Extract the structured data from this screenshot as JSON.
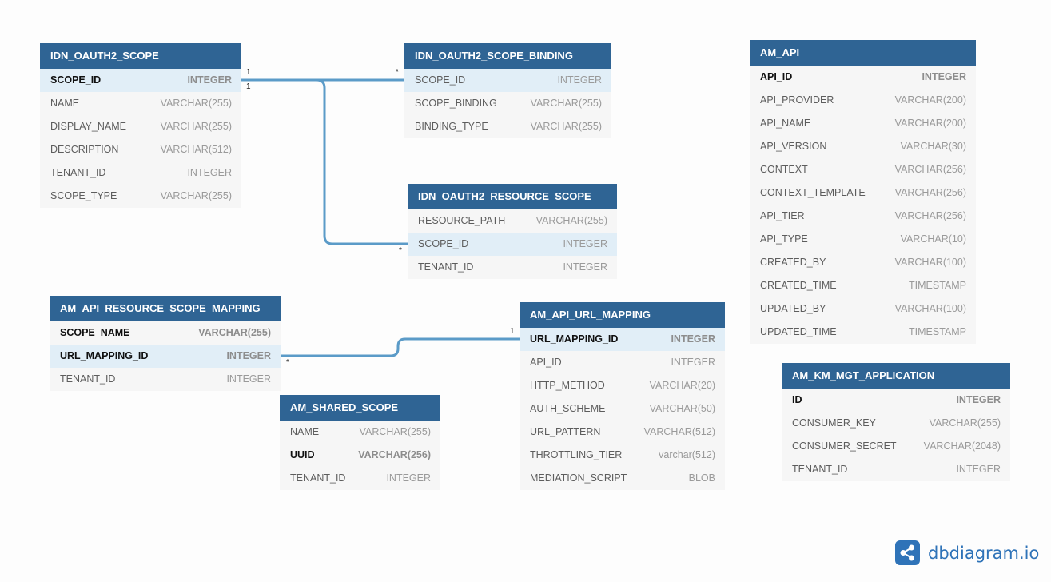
{
  "tables": [
    {
      "name": "IDN_OAUTH2_SCOPE",
      "columns": [
        {
          "name": "SCOPE_ID",
          "type": "INTEGER"
        },
        {
          "name": "NAME",
          "type": "VARCHAR(255)"
        },
        {
          "name": "DISPLAY_NAME",
          "type": "VARCHAR(255)"
        },
        {
          "name": "DESCRIPTION",
          "type": "VARCHAR(512)"
        },
        {
          "name": "TENANT_ID",
          "type": "INTEGER"
        },
        {
          "name": "SCOPE_TYPE",
          "type": "VARCHAR(255)"
        }
      ]
    },
    {
      "name": "IDN_OAUTH2_SCOPE_BINDING",
      "columns": [
        {
          "name": "SCOPE_ID",
          "type": "INTEGER"
        },
        {
          "name": "SCOPE_BINDING",
          "type": "VARCHAR(255)"
        },
        {
          "name": "BINDING_TYPE",
          "type": "VARCHAR(255)"
        }
      ]
    },
    {
      "name": "AM_API",
      "columns": [
        {
          "name": "API_ID",
          "type": "INTEGER"
        },
        {
          "name": "API_PROVIDER",
          "type": "VARCHAR(200)"
        },
        {
          "name": "API_NAME",
          "type": "VARCHAR(200)"
        },
        {
          "name": "API_VERSION",
          "type": "VARCHAR(30)"
        },
        {
          "name": "CONTEXT",
          "type": "VARCHAR(256)"
        },
        {
          "name": "CONTEXT_TEMPLATE",
          "type": "VARCHAR(256)"
        },
        {
          "name": "API_TIER",
          "type": "VARCHAR(256)"
        },
        {
          "name": "API_TYPE",
          "type": "VARCHAR(10)"
        },
        {
          "name": "CREATED_BY",
          "type": "VARCHAR(100)"
        },
        {
          "name": "CREATED_TIME",
          "type": "TIMESTAMP"
        },
        {
          "name": "UPDATED_BY",
          "type": "VARCHAR(100)"
        },
        {
          "name": "UPDATED_TIME",
          "type": "TIMESTAMP"
        }
      ]
    },
    {
      "name": "IDN_OAUTH2_RESOURCE_SCOPE",
      "columns": [
        {
          "name": "RESOURCE_PATH",
          "type": "VARCHAR(255)"
        },
        {
          "name": "SCOPE_ID",
          "type": "INTEGER"
        },
        {
          "name": "TENANT_ID",
          "type": "INTEGER"
        }
      ]
    },
    {
      "name": "AM_API_RESOURCE_SCOPE_MAPPING",
      "columns": [
        {
          "name": "SCOPE_NAME",
          "type": "VARCHAR(255)"
        },
        {
          "name": "URL_MAPPING_ID",
          "type": "INTEGER"
        },
        {
          "name": "TENANT_ID",
          "type": "INTEGER"
        }
      ]
    },
    {
      "name": "AM_API_URL_MAPPING",
      "columns": [
        {
          "name": "URL_MAPPING_ID",
          "type": "INTEGER"
        },
        {
          "name": "API_ID",
          "type": "INTEGER"
        },
        {
          "name": "HTTP_METHOD",
          "type": "VARCHAR(20)"
        },
        {
          "name": "AUTH_SCHEME",
          "type": "VARCHAR(50)"
        },
        {
          "name": "URL_PATTERN",
          "type": "VARCHAR(512)"
        },
        {
          "name": "THROTTLING_TIER",
          "type": "varchar(512)"
        },
        {
          "name": "MEDIATION_SCRIPT",
          "type": "BLOB"
        }
      ]
    },
    {
      "name": "AM_SHARED_SCOPE",
      "columns": [
        {
          "name": "NAME",
          "type": "VARCHAR(255)"
        },
        {
          "name": "UUID",
          "type": "VARCHAR(256)"
        },
        {
          "name": "TENANT_ID",
          "type": "INTEGER"
        }
      ]
    },
    {
      "name": "AM_KM_MGT_APPLICATION",
      "columns": [
        {
          "name": "ID",
          "type": "INTEGER"
        },
        {
          "name": "CONSUMER_KEY",
          "type": "VARCHAR(255)"
        },
        {
          "name": "CONSUMER_SECRET",
          "type": "VARCHAR(2048)"
        },
        {
          "name": "TENANT_ID",
          "type": "INTEGER"
        }
      ]
    }
  ],
  "relationships": {
    "scope_binding": {
      "from": "1",
      "to": "*"
    },
    "resource_scope": {
      "from": "1",
      "to": "*"
    },
    "url_mapping": {
      "from": "1",
      "to": "*"
    }
  },
  "colors": {
    "header": "#2f6494",
    "row": "#f6f6f6",
    "highlight": "#e1eef7",
    "link": "#5b9bc8",
    "brand": "#2f73b8"
  },
  "branding": {
    "name": "dbdiagram.io",
    "icon": "share-icon"
  }
}
